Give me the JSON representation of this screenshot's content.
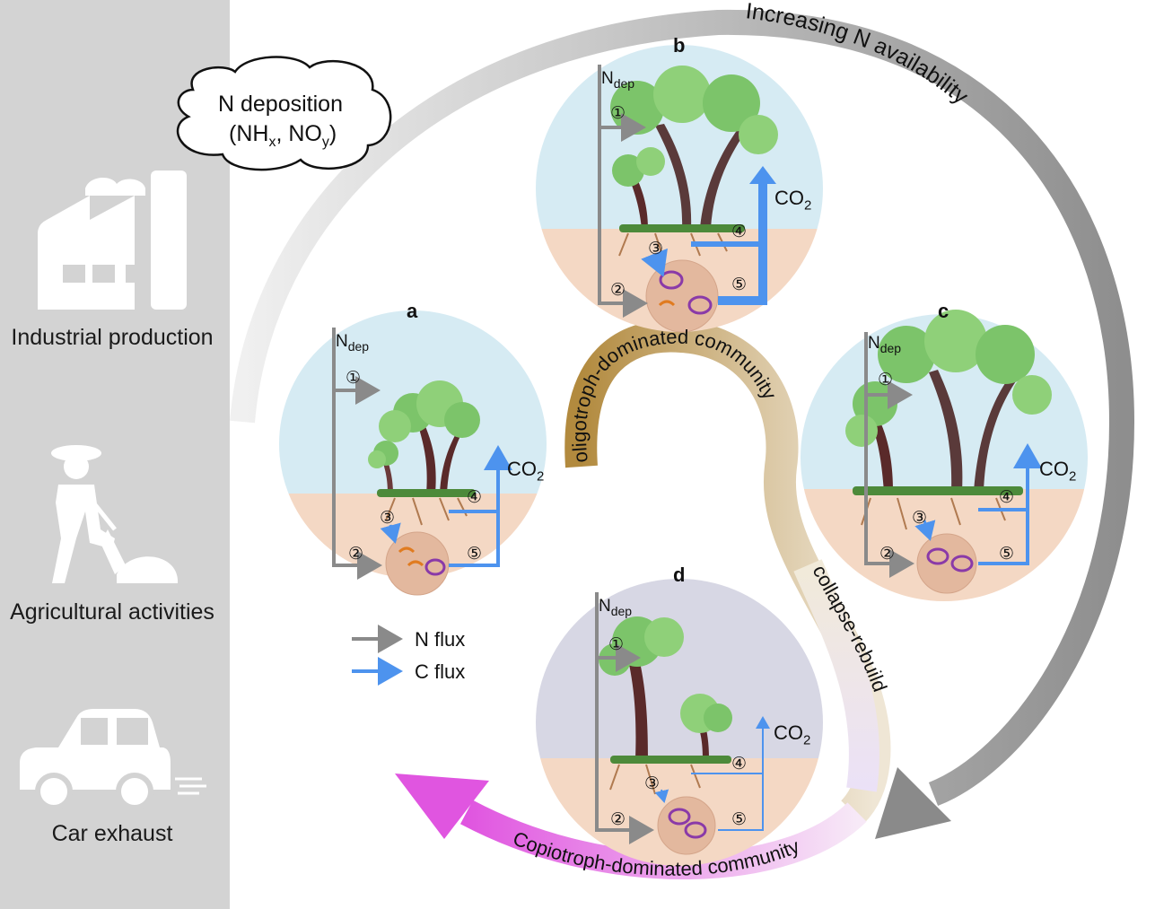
{
  "sources": {
    "industrial": "Industrial production",
    "agricultural": "Agricultural activities",
    "car": "Car exhaust"
  },
  "cloud": {
    "line1": "N deposition",
    "line2_pre": "(NH",
    "line2_sub1": "x",
    "line2_mid": ", NO",
    "line2_sub2": "y",
    "line2_post": ")"
  },
  "arcs": {
    "increasing": "Increasing N availability",
    "oligotroph": "oligotroph-dominated community",
    "collapse": "collapse-rebuild",
    "copiotroph": "Copiotroph-dominated community"
  },
  "panels": {
    "a": {
      "letter": "a"
    },
    "b": {
      "letter": "b"
    },
    "c": {
      "letter": "c"
    },
    "d": {
      "letter": "d"
    }
  },
  "labels": {
    "ndep_main": "N",
    "ndep_sub": "dep",
    "co2_main": "CO",
    "co2_sub": "2",
    "step1": "①",
    "step2": "②",
    "step3": "③",
    "step4": "④",
    "step5": "⑤"
  },
  "legend": {
    "n_flux": "N flux",
    "c_flux": "C flux"
  },
  "colors": {
    "sidebar": "#d3d3d3",
    "sky": "#d6ebf3",
    "soil": "#f4d8c4",
    "sky_d": "#d7d7e4",
    "n_flux": "#8a8a8a",
    "c_flux": "#4d93ee",
    "copiotroph_arrow": "#e65ce6",
    "big_arrow": "#8f8f8f"
  }
}
